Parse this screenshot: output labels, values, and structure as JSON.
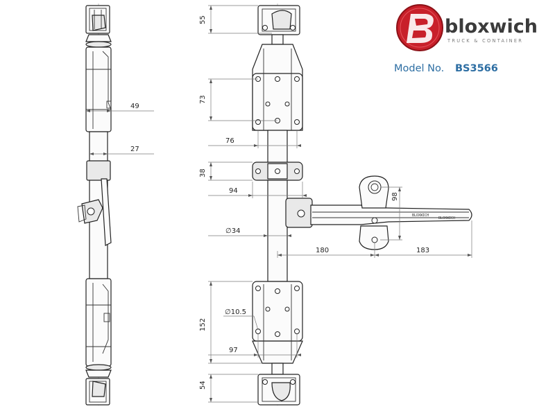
{
  "brand": {
    "name": "bloxwich",
    "tagline": "TRUCK & CONTAINER",
    "colors": {
      "red": "#c8202a",
      "dark_red": "#8c1117",
      "grey_text": "#3b3b3b",
      "tagline": "#7b7b7b",
      "model_blue": "#2d6ea3"
    }
  },
  "model": {
    "label": "Model No.",
    "number": "BS3566"
  },
  "engraving": "BLOXWICH",
  "dimensions": {
    "d55": "55",
    "d73": "73",
    "d76": "76",
    "d38": "38",
    "d94": "94",
    "d34": "∅34",
    "d180": "180",
    "d183": "183",
    "d98": "98",
    "d152": "152",
    "d105": "∅10.5",
    "d97": "97",
    "d54": "54",
    "d49": "49",
    "d27": "27"
  }
}
